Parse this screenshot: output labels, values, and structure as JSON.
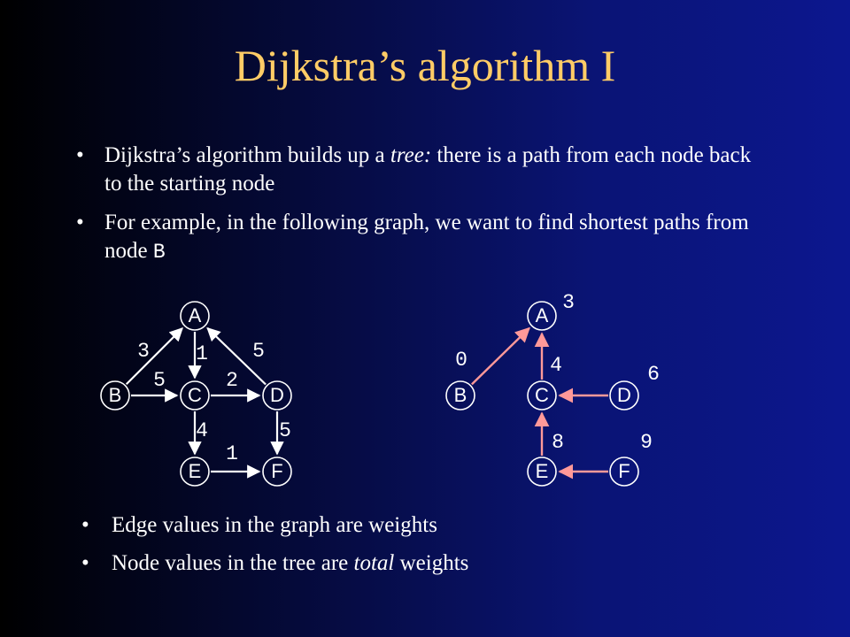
{
  "slide": {
    "title": "Dijkstra’s algorithm I",
    "bullets_top": [
      {
        "before": "Dijkstra’s algorithm builds up a ",
        "em": "tree:",
        "after": " there is a path from each node back to the starting node"
      },
      {
        "before": "For example, in the following graph, we want to find shortest paths from node ",
        "code": "B"
      }
    ],
    "bullets_bottom": [
      {
        "before": "Edge values in the graph are weights",
        "em": "",
        "after": ""
      },
      {
        "before": "Node values in the tree are ",
        "em": "total",
        "after": " weights"
      }
    ]
  },
  "graph": {
    "nodes": [
      "A",
      "B",
      "C",
      "D",
      "E",
      "F"
    ],
    "edges": [
      {
        "from": "B",
        "to": "A",
        "weight": "3"
      },
      {
        "from": "A",
        "to": "C",
        "weight": "1"
      },
      {
        "from": "D",
        "to": "A",
        "weight": "5"
      },
      {
        "from": "B",
        "to": "C",
        "weight": "5"
      },
      {
        "from": "C",
        "to": "D",
        "weight": "2"
      },
      {
        "from": "C",
        "to": "E",
        "weight": "4"
      },
      {
        "from": "D",
        "to": "F",
        "weight": "5"
      },
      {
        "from": "E",
        "to": "F",
        "weight": "1"
      }
    ]
  },
  "tree": {
    "nodes": [
      {
        "id": "A",
        "total": "3"
      },
      {
        "id": "B",
        "total": "0"
      },
      {
        "id": "C",
        "total": "4"
      },
      {
        "id": "D",
        "total": "6"
      },
      {
        "id": "E",
        "total": "8"
      },
      {
        "id": "F",
        "total": "9"
      }
    ],
    "edges": [
      {
        "from": "B",
        "to": "A"
      },
      {
        "from": "C",
        "to": "A"
      },
      {
        "from": "D",
        "to": "C"
      },
      {
        "from": "E",
        "to": "C"
      },
      {
        "from": "F",
        "to": "E"
      }
    ],
    "edge_color": "#ff9999"
  },
  "colors": {
    "title": "#ffcc66",
    "text": "#ffffff",
    "background_end": "#0c178f"
  }
}
